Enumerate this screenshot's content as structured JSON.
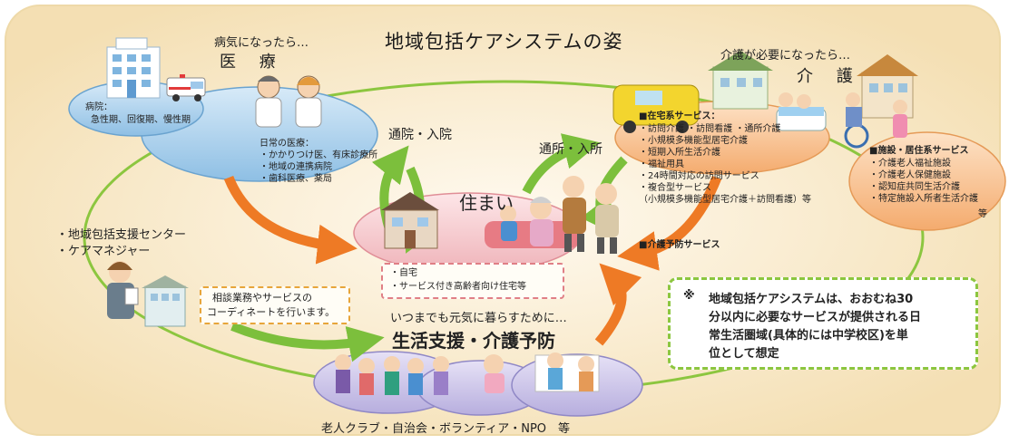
{
  "title": "地域包括ケアシステムの姿",
  "medical": {
    "when": "病気になったら…",
    "heading": "医 療",
    "hospital_title": "病院：",
    "hospital_types": "急性期、回復期、慢性期",
    "daily_title": "日常の医療：",
    "daily_items": [
      "・かかりつけ医、有床診療所",
      "・地域の連携病院",
      "・歯科医療、薬局"
    ]
  },
  "care": {
    "when": "介護が必要になったら…",
    "heading": "介 護",
    "home_services_title": "■在宅系サービス：",
    "home_services": [
      "・訪問介護 ・訪問看護 ・通所介護",
      "・小規模多機能型居宅介護",
      "・短期入所生活介護",
      "・福祉用具",
      "・24時間対応の訪問サービス",
      "・複合型サービス",
      "（小規模多機能型居宅介護＋訪問看護）等"
    ],
    "prevention": "■介護予防サービス",
    "facility_title": "■施設・居住系サービス",
    "facility_items": [
      "・介護老人福祉施設",
      "・介護老人保健施設",
      "・認知症共同生活介護",
      "・特定施設入所者生活介護"
    ],
    "facility_etc": "等"
  },
  "home": {
    "label": "住まい",
    "items": [
      "・自宅",
      "・サービス付き高齢者向け住宅等"
    ]
  },
  "arrows": {
    "hospital_visit": "通院・入院",
    "daycare": "通所・入所"
  },
  "support": {
    "center": "・地域包括支援センター",
    "care_manager": "・ケアマネジャー",
    "bubble_line1": "相談業務やサービスの",
    "bubble_line2": "コーディネートを行います。"
  },
  "livelihood": {
    "intro": "いつまでも元気に暮らすために…",
    "heading": "生活支援・介護予防",
    "orgs": "老人クラブ・自治会・ボランティア・NPO　等"
  },
  "note": {
    "mark": "※",
    "line1": "地域包括ケアシステムは、おおむね30",
    "line2": "分以内に必要なサービスが提供される日",
    "line3": "常生活圏域(具体的には中学校区)を単",
    "line4": "位として想定"
  },
  "colors": {
    "background_panel": "#f9eccb",
    "medical_ellipse": "#a9cdea",
    "care_ellipse": "#f7c18f",
    "home_ellipse": "#f3c4c8",
    "community_ellipse": "#c9c2e6",
    "arrow_green": "#7cbf3c",
    "arrow_orange": "#ee7a25",
    "note_border": "#8cc63f"
  }
}
